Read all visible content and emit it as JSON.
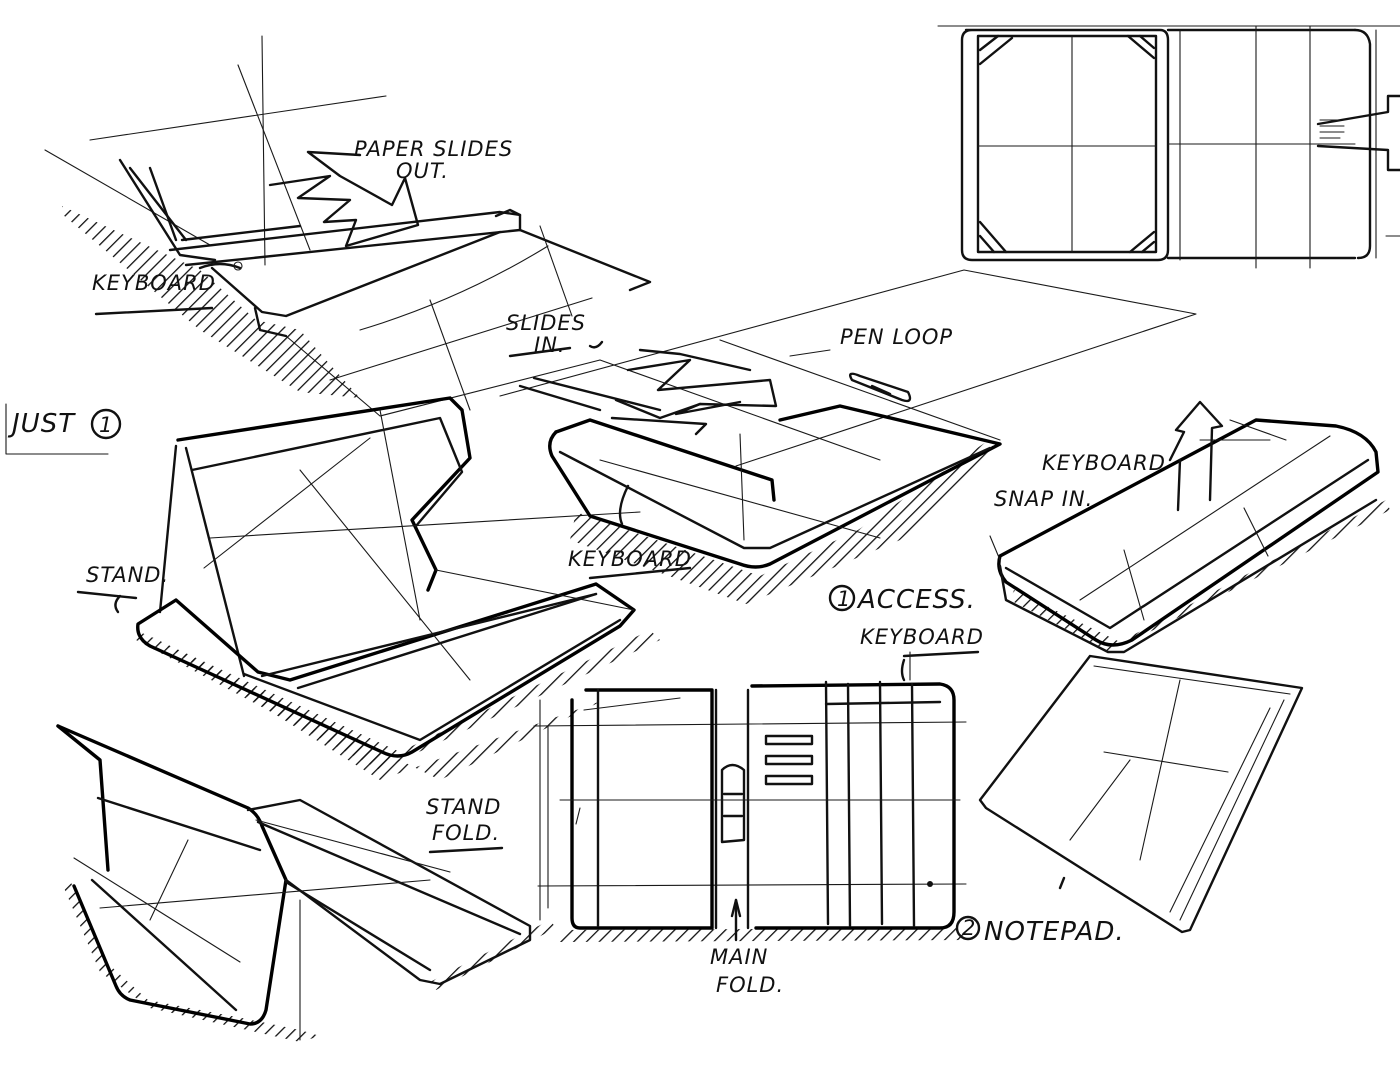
{
  "labels": {
    "paper_slides_out_1": "PAPER SLIDES",
    "paper_slides_out_2": "OUT.",
    "keyboard_top": "KEYBOARD",
    "slides_in_1": "SLIDES",
    "slides_in_2": "IN.",
    "pen_loop": "PEN LOOP",
    "just": "JUST",
    "just_num": "1",
    "keyboard_snap_1": "KEYBOARD",
    "keyboard_snap_2": "SNAP IN.",
    "stand": "STAND.",
    "keyboard_mid": "KEYBOARD",
    "access_num": "1",
    "access": "ACCESS.",
    "keyboard_right": "KEYBOARD",
    "stand_fold_1": "STAND",
    "stand_fold_2": "FOLD.",
    "main_fold_1": "MAIN",
    "main_fold_2": "FOLD.",
    "notepad_num": "2",
    "notepad": "NOTEPAD."
  },
  "colors": {
    "ink": "#111111",
    "paper": "#ffffff"
  }
}
